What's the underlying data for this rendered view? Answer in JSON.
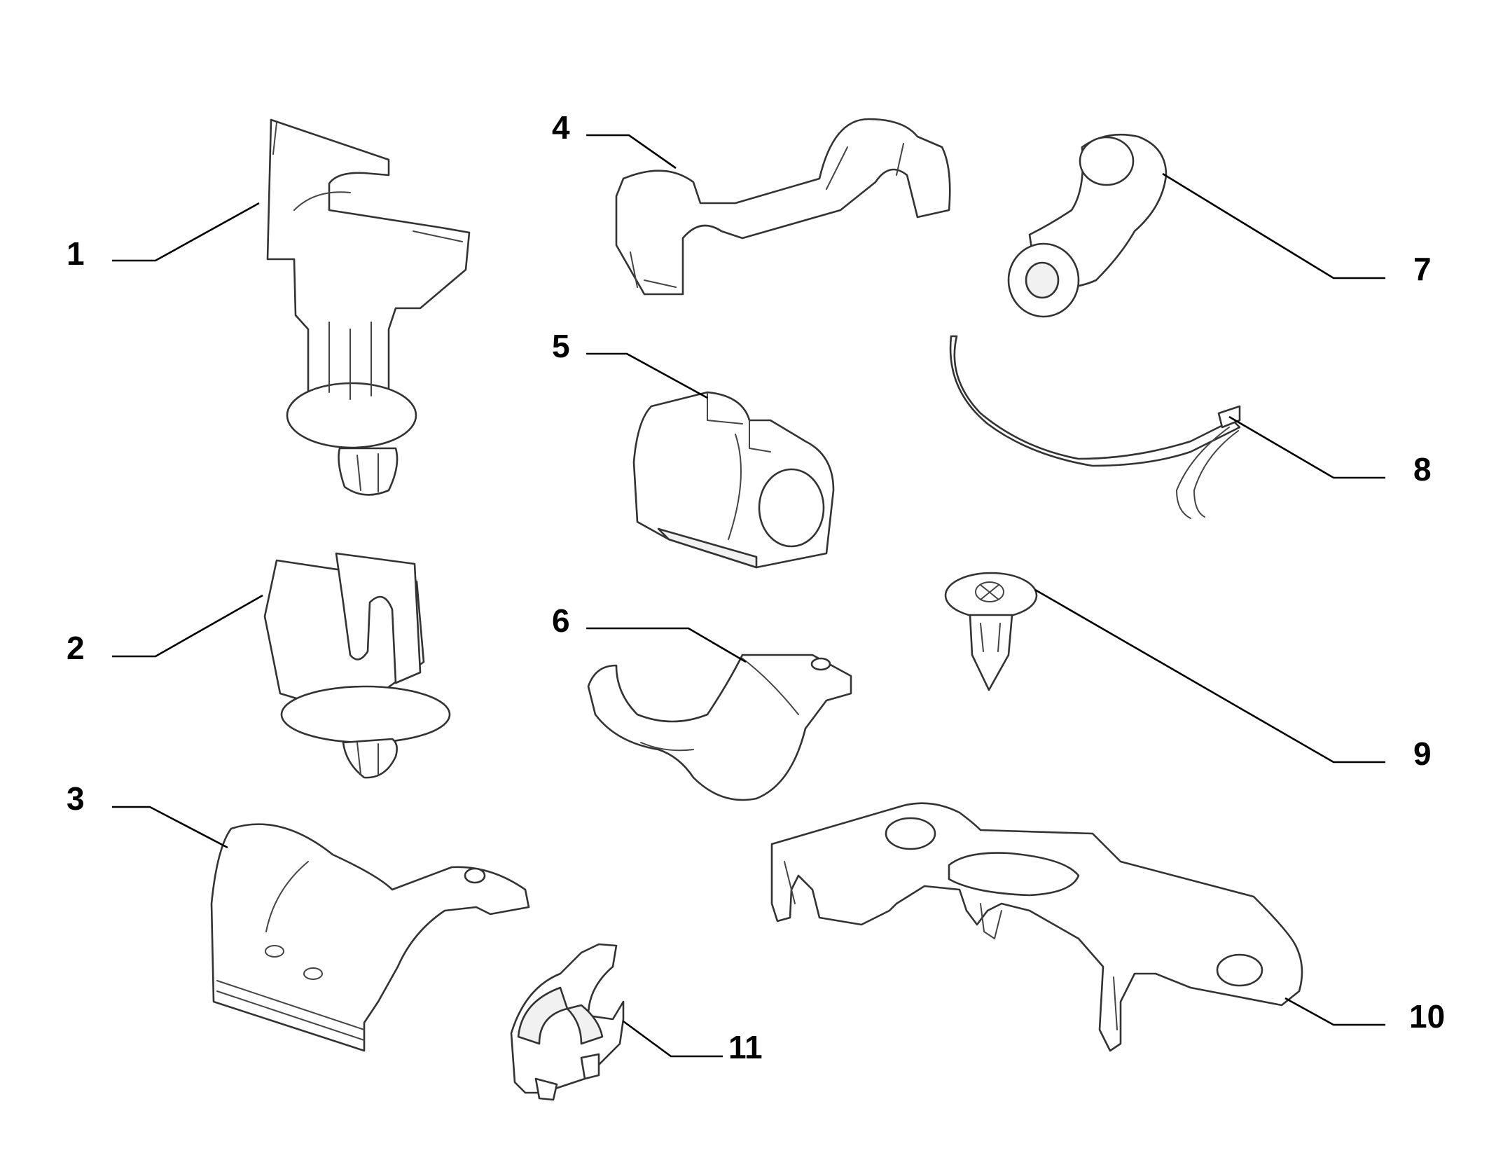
{
  "diagram": {
    "type": "exploded-parts",
    "colors": {
      "line": "#333333",
      "fill": "#f1f1f1",
      "background": "#ffffff"
    },
    "callouts": [
      {
        "id": "1",
        "label": "1"
      },
      {
        "id": "2",
        "label": "2"
      },
      {
        "id": "3",
        "label": "3"
      },
      {
        "id": "4",
        "label": "4"
      },
      {
        "id": "5",
        "label": "5"
      },
      {
        "id": "6",
        "label": "6"
      },
      {
        "id": "7",
        "label": "7"
      },
      {
        "id": "8",
        "label": "8"
      },
      {
        "id": "9",
        "label": "9"
      },
      {
        "id": "10",
        "label": "10"
      },
      {
        "id": "11",
        "label": "11"
      }
    ]
  }
}
